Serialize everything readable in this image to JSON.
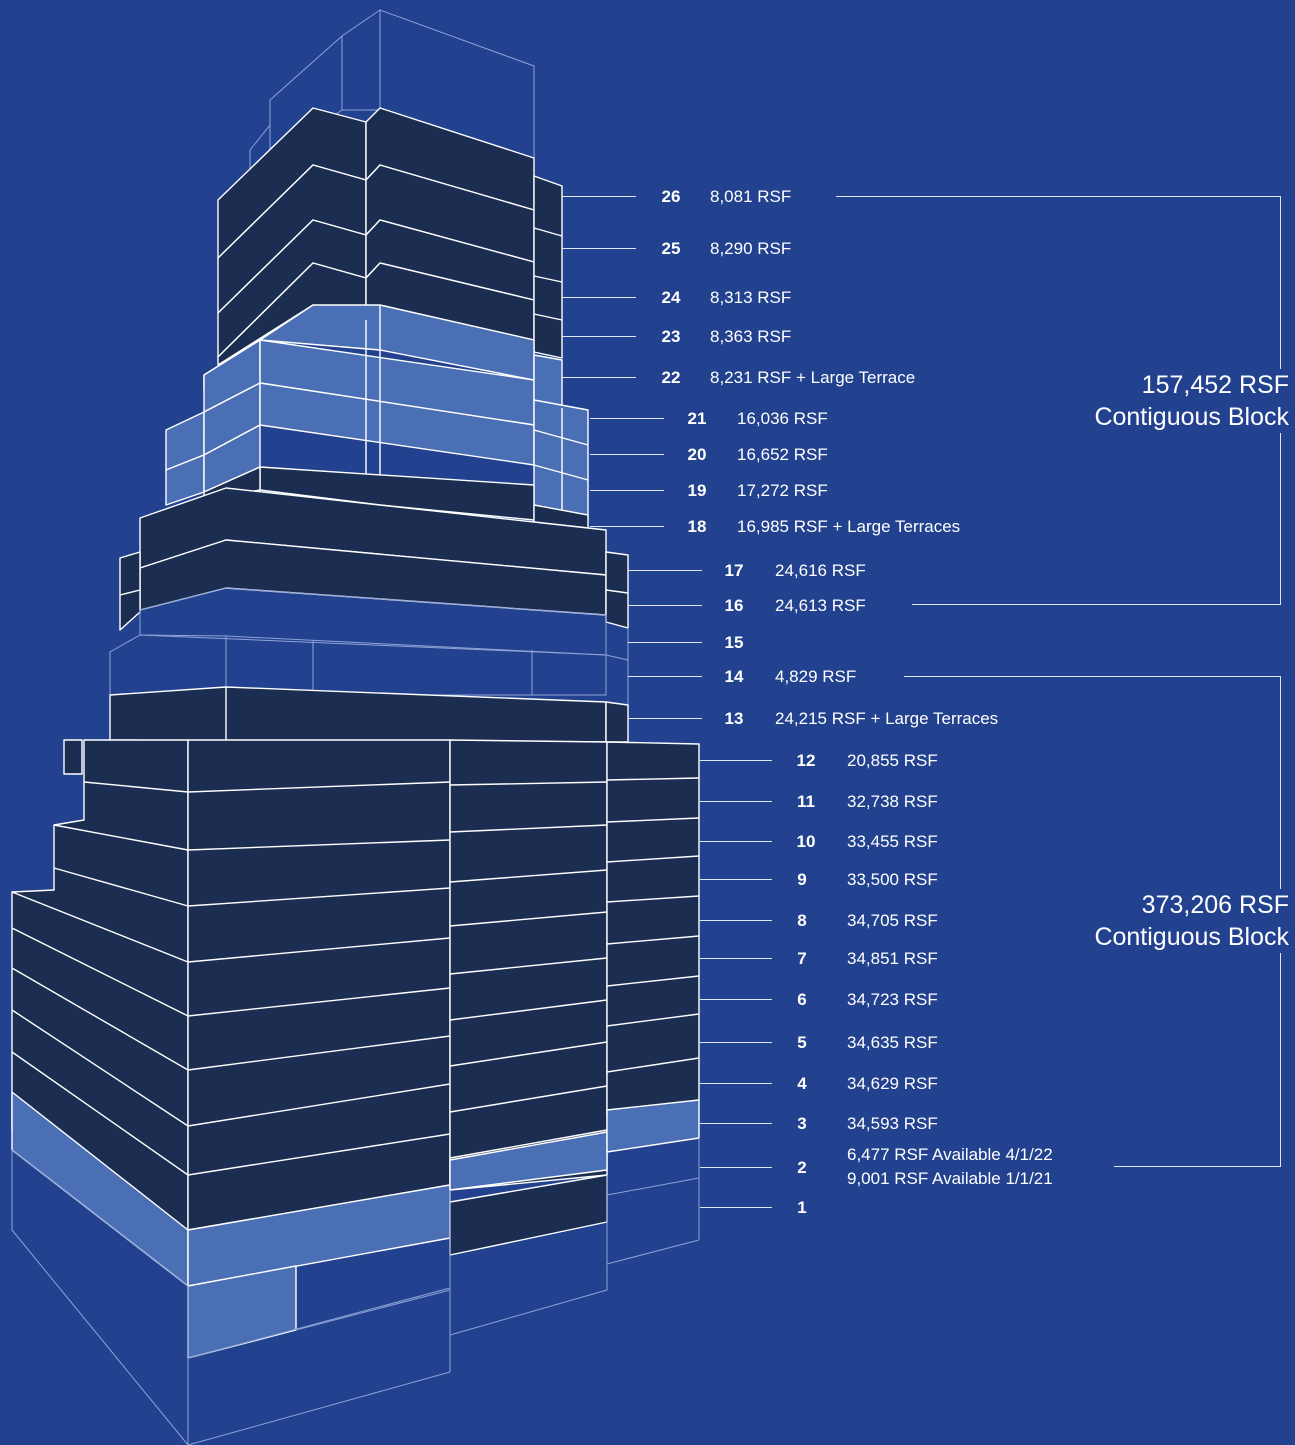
{
  "colors": {
    "background": "#22418f",
    "available_floor": "#1b2e52",
    "terrace_or_partial": "#4b6fb4",
    "unavailable_outline": "#8ea3d6",
    "line": "#ffffff"
  },
  "floors": [
    {
      "num": "26",
      "area": "8,081 RSF"
    },
    {
      "num": "25",
      "area": "8,290 RSF"
    },
    {
      "num": "24",
      "area": "8,313 RSF"
    },
    {
      "num": "23",
      "area": "8,363 RSF"
    },
    {
      "num": "22",
      "area": "8,231 RSF + Large Terrace"
    },
    {
      "num": "21",
      "area": "16,036 RSF"
    },
    {
      "num": "20",
      "area": "16,652 RSF"
    },
    {
      "num": "19",
      "area": "17,272 RSF"
    },
    {
      "num": "18",
      "area": "16,985 RSF + Large Terraces"
    },
    {
      "num": "17",
      "area": "24,616 RSF"
    },
    {
      "num": "16",
      "area": "24,613 RSF"
    },
    {
      "num": "15",
      "area": ""
    },
    {
      "num": "14",
      "area": "4,829 RSF"
    },
    {
      "num": "13",
      "area": "24,215 RSF + Large Terraces"
    },
    {
      "num": "12",
      "area": "20,855 RSF"
    },
    {
      "num": "11",
      "area": "32,738 RSF"
    },
    {
      "num": "10",
      "area": "33,455 RSF"
    },
    {
      "num": "9",
      "area": "33,500 RSF"
    },
    {
      "num": "8",
      "area": "34,705 RSF"
    },
    {
      "num": "7",
      "area": "34,851 RSF"
    },
    {
      "num": "6",
      "area": "34,723 RSF"
    },
    {
      "num": "5",
      "area": "34,635 RSF"
    },
    {
      "num": "4",
      "area": "34,629 RSF"
    },
    {
      "num": "3",
      "area": "34,593 RSF"
    },
    {
      "num": "2",
      "area": "6,477 RSF Available 4/1/22",
      "area2": "9,001 RSF Available 1/1/21"
    },
    {
      "num": "1",
      "area": ""
    }
  ],
  "blocks": [
    {
      "line1": "157,452 RSF",
      "line2": "Contiguous Block"
    },
    {
      "line1": "373,206 RSF",
      "line2": "Contiguous Block"
    }
  ]
}
